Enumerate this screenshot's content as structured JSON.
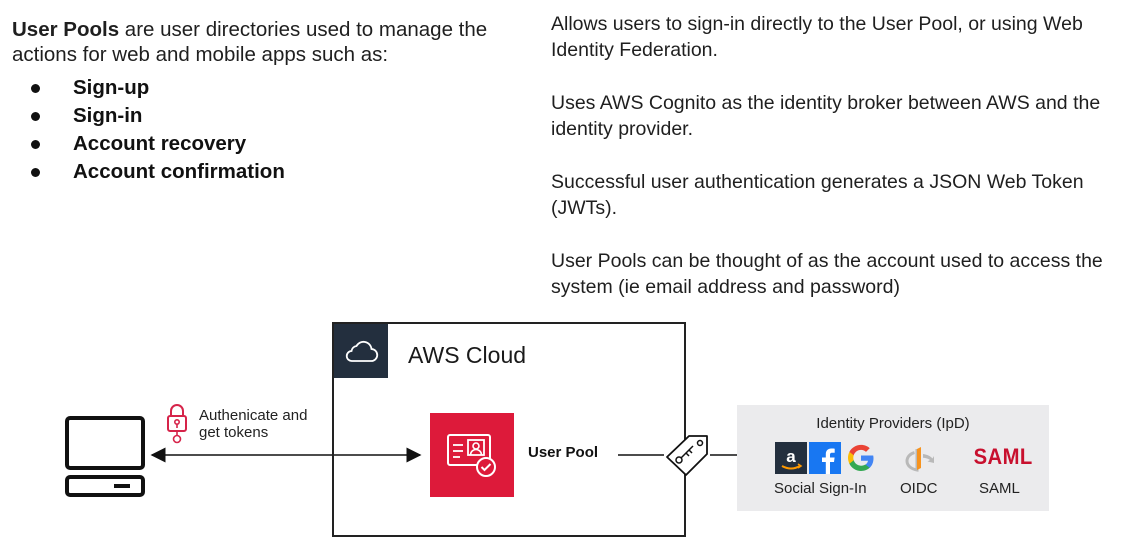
{
  "intro": {
    "lead_bold": "User Pools",
    "lead_rest": " are user directories used to manage the actions for  web and mobile apps such as:"
  },
  "bullets": [
    "Sign-up",
    "Sign-in",
    "Account recovery",
    "Account confirmation"
  ],
  "notes": [
    "Allows users to sign-in directly to the User Pool, or using Web Identity Federation.",
    "Uses AWS Cognito as the identity broker between AWS and the identity provider.",
    "Successful user authentication generates a JSON Web Token (JWTs).",
    "User Pools can be thought of as the account used to access the system (ie email address and password)"
  ],
  "diagram": {
    "cloud_title": "AWS Cloud",
    "auth_label_1": "Authenicate and",
    "auth_label_2": "get tokens",
    "user_pool_label": "User Pool",
    "idp_title": "Identity Providers (IpD)",
    "social_label": "Social Sign-In",
    "oidc_label": "OIDC",
    "saml_label": "SAML",
    "saml_logo_text": "SAML",
    "colors": {
      "aws_dark": "#232f3e",
      "cognito_red": "#dd1a3a",
      "amazon_blue": "#232f3e",
      "amazon_orange": "#ff9900",
      "facebook_blue": "#1877f2",
      "saml_red": "#c8102e",
      "idp_bg": "#ebebed"
    },
    "icons": [
      "laptop-icon",
      "lock-icon",
      "cloud-icon",
      "user-pool-icon",
      "tag-icon",
      "amazon-logo",
      "facebook-logo",
      "google-logo",
      "openid-logo",
      "saml-logo"
    ]
  }
}
